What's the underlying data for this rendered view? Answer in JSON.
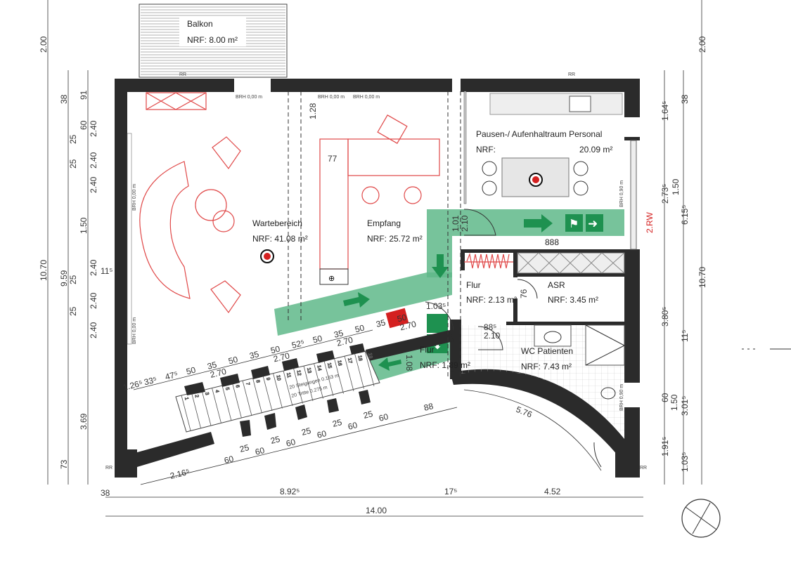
{
  "colors": {
    "wall": "#2b2b2b",
    "escape_route": "#5fb98a",
    "furniture": "#e04848",
    "exit_sign": "#1e9150",
    "marker_red": "#d42020"
  },
  "rooms": {
    "balkon": {
      "name": "Balkon",
      "area": "NRF: 8.00 m²"
    },
    "wartebereich": {
      "name": "Wartebereich",
      "area": "NRF: 41.08 m²"
    },
    "empfang": {
      "name": "Empfang",
      "area": "NRF: 25.72 m²"
    },
    "pausen": {
      "name": "Pausen-/ Aufenhaltraum Personal",
      "area_label": "NRF:",
      "area": "20.09 m²"
    },
    "flur1": {
      "name": "Flur",
      "area": "NRF: 2.13 m²"
    },
    "asr": {
      "name": "ASR",
      "area": "NRF: 3.45 m²"
    },
    "wc": {
      "name": "WC Patienten",
      "area": "NRF: 7.43 m²"
    },
    "flur2": {
      "name": "Flur",
      "area": "NRF: 1.89 m²"
    }
  },
  "annotations": {
    "rr": "RR",
    "brh": "BRH 0,00 m",
    "brh_090": "BRH 0,90 m",
    "code_888": "888",
    "rw": "2.RW",
    "stair_risers": "20 Steigungen 0.163 m",
    "stair_treads": "20 Tritte 0.275 m",
    "door_101": "1.01",
    "door_210": "2.10",
    "door_76": "76",
    "door_885": "88⁵",
    "door_210b": "2.10",
    "door_1035": "1.03⁵",
    "dim_128": "1.28",
    "dim_77": "77",
    "dim_108": "1.08"
  },
  "dims": {
    "bottom": {
      "d38": "38",
      "d892": "8.92⁵",
      "d175": "17⁵",
      "d452": "4.52",
      "total": "14.00",
      "stair_2165": "2.16⁵",
      "curve": "5.76",
      "d88": "88"
    },
    "left": {
      "top": "2.00",
      "total": "10.70",
      "inner": "9.59",
      "d38": "38",
      "d91": "91",
      "d150": "1.50",
      "d369": "3.69",
      "d73": "73",
      "d115": "11⁵",
      "d60": "60",
      "d25": "25",
      "d240": "2.40"
    },
    "right": {
      "top": "2.00",
      "total": "10.70",
      "d1645": "1.64⁵",
      "d2735": "2.73⁵",
      "d150": "1.50",
      "d6155": "6.15⁵",
      "d3805": "3.80⁵",
      "d115": "11⁵",
      "d60": "60",
      "d150b": "1.50",
      "d3015": "3.01⁵",
      "d1915": "1.91⁵",
      "d1035": "1.03⁵",
      "d38": "38"
    },
    "stair_top": [
      "1.26⁵",
      "33⁵",
      "47⁵",
      "50",
      "35",
      "50",
      "35",
      "50",
      "52⁵",
      "50",
      "35",
      "50",
      "35",
      "50"
    ],
    "stair_270": "2.70",
    "stair_bottom": [
      "60",
      "25",
      "60",
      "25",
      "60",
      "25",
      "60",
      "25",
      "60",
      "25",
      "60"
    ]
  },
  "stair_numbers": [
    "1",
    "2",
    "3",
    "4",
    "5",
    "6",
    "7",
    "8",
    "9",
    "10",
    "11",
    "12",
    "13",
    "14",
    "15",
    "16",
    "17",
    "18",
    "19"
  ]
}
